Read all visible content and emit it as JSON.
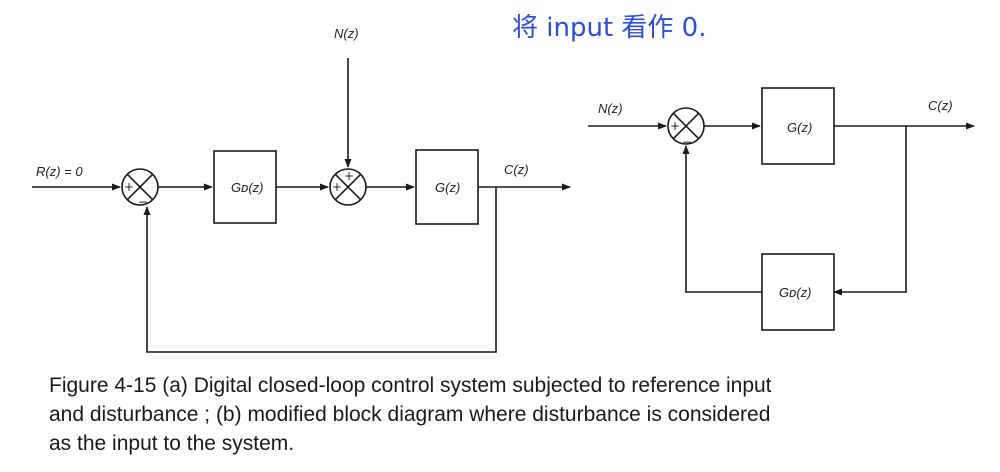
{
  "annotation": {
    "text": "将 input 看作 0."
  },
  "diagram_a": {
    "input_label": "R(z) = 0",
    "disturbance_label": "N(z)",
    "output_label": "C(z)",
    "controller_label": "Gᴅ(z)",
    "plant_label": "G(z)",
    "sum1_signs": [
      "+",
      "−"
    ],
    "sum2_signs": [
      "+",
      "+"
    ]
  },
  "diagram_b": {
    "input_label": "N(z)",
    "output_label": "C(z)",
    "plant_label": "G(z)",
    "feedback_label": "Gᴅ(z)",
    "sum_signs": [
      "+",
      "−"
    ]
  },
  "caption": {
    "lines": [
      "Figure 4-15 (a) Digital closed-loop control system subjected to reference input",
      "and disturbance ; (b) modified block diagram where disturbance is considered",
      "as the input to the system."
    ]
  }
}
